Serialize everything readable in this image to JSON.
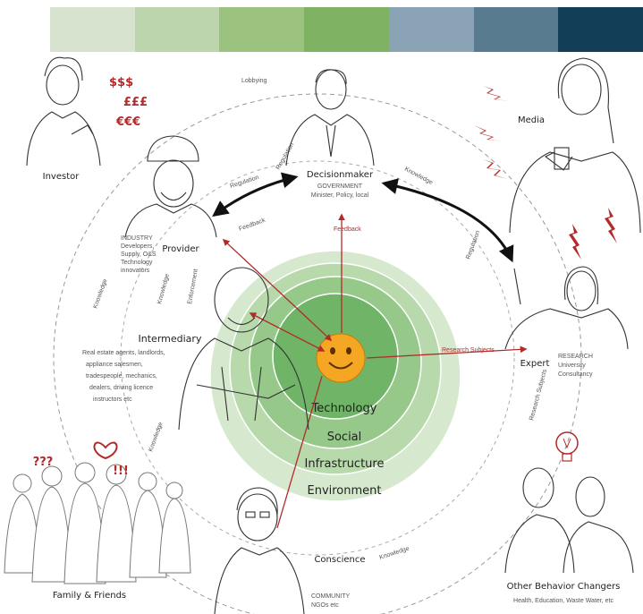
{
  "palette": [
    "#d8e3cf",
    "#bcd5ad",
    "#9cc27f",
    "#7fb263",
    "#8aa4b5",
    "#587b90",
    "#123d56"
  ],
  "center": {
    "rings": [
      "Technology",
      "Social",
      "Infrastructure",
      "Environment"
    ],
    "ring_colors": [
      "#cfe5c6",
      "#b2d6a4",
      "#90c583",
      "#69b061"
    ]
  },
  "actors": {
    "investor": {
      "label": "Investor",
      "currency": [
        "$$$",
        "£££",
        "€€€"
      ]
    },
    "decisionmaker": {
      "label": "Decisionmaker",
      "sub1": "GOVERNMENT",
      "sub2": "Minister, Policy, local"
    },
    "media": {
      "label": "Media"
    },
    "provider": {
      "label": "Provider",
      "sub": [
        "INDUSTRY",
        "Developers,",
        "Supply, O&S",
        "Technology",
        "innovators"
      ]
    },
    "expert": {
      "label": "Expert",
      "sub": [
        "RESEARCH",
        "University",
        "Consultancy"
      ]
    },
    "intermediary": {
      "label": "Intermediary",
      "sub": [
        "Real estate agents, landlords,",
        "appliance salesmen,",
        "tradespeople, mechanics,",
        "dealers, driving licence",
        "instructors etc"
      ]
    },
    "family": {
      "label": "Family & Friends",
      "marks": [
        "???",
        "!!!"
      ]
    },
    "conscience": {
      "label": "Conscience",
      "sub": [
        "COMMUNITY",
        "NGOs etc"
      ]
    },
    "other": {
      "label": "Other Behavior Changers",
      "sub": "Health, Education, Waste Water, etc"
    }
  },
  "flows": [
    "Lobbying",
    "Knowledge",
    "Regulation",
    "Regulation",
    "Feedback",
    "Feedback",
    "Knowledge",
    "Enforcement",
    "Regulation",
    "Research Subjects",
    "Research Subjects",
    "Knowledge",
    "Knowledge",
    "Knowledge"
  ]
}
